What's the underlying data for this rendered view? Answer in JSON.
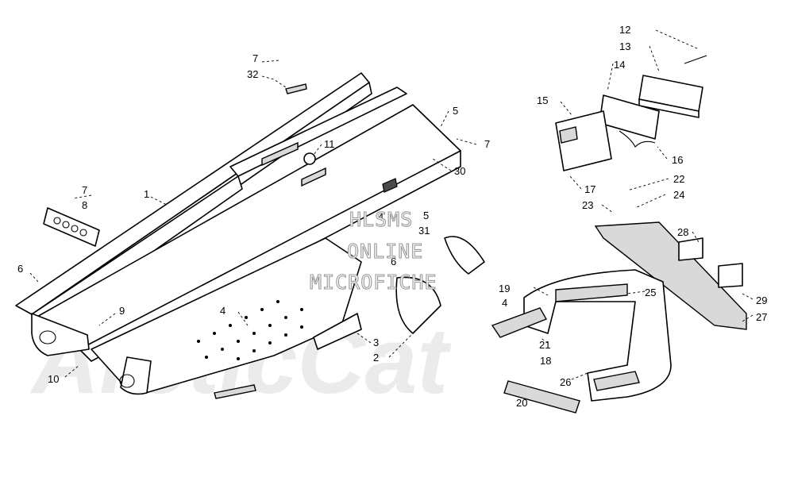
{
  "watermark": {
    "lines": [
      "HLSMS",
      "ONLINE",
      "MICROFICHE"
    ],
    "logo": "ArcticCat"
  },
  "callouts": {
    "c1": "1",
    "c2": "2",
    "c3": "3",
    "c4a": "4",
    "c4b": "4",
    "c4c": "4",
    "c5a": "5",
    "c5b": "5",
    "c6a": "6",
    "c6b": "6",
    "c7a": "7",
    "c7b": "7",
    "c7c": "7",
    "c8": "8",
    "c9": "9",
    "c10": "10",
    "c11": "11",
    "c12": "12",
    "c13": "13",
    "c14": "14",
    "c15": "15",
    "c16": "16",
    "c17": "17",
    "c18": "18",
    "c19": "19",
    "c20": "20",
    "c21": "21",
    "c22": "22",
    "c23": "23",
    "c24": "24",
    "c25": "25",
    "c26": "26",
    "c27": "27",
    "c28": "28",
    "c29": "29",
    "c30": "30",
    "c31": "31",
    "c32": "32"
  },
  "icons": {
    "tunnel": "tunnel-icon",
    "tail-light": "tail-light-icon",
    "flap": "snow-flap-icon",
    "bumper": "rear-bumper-icon"
  }
}
